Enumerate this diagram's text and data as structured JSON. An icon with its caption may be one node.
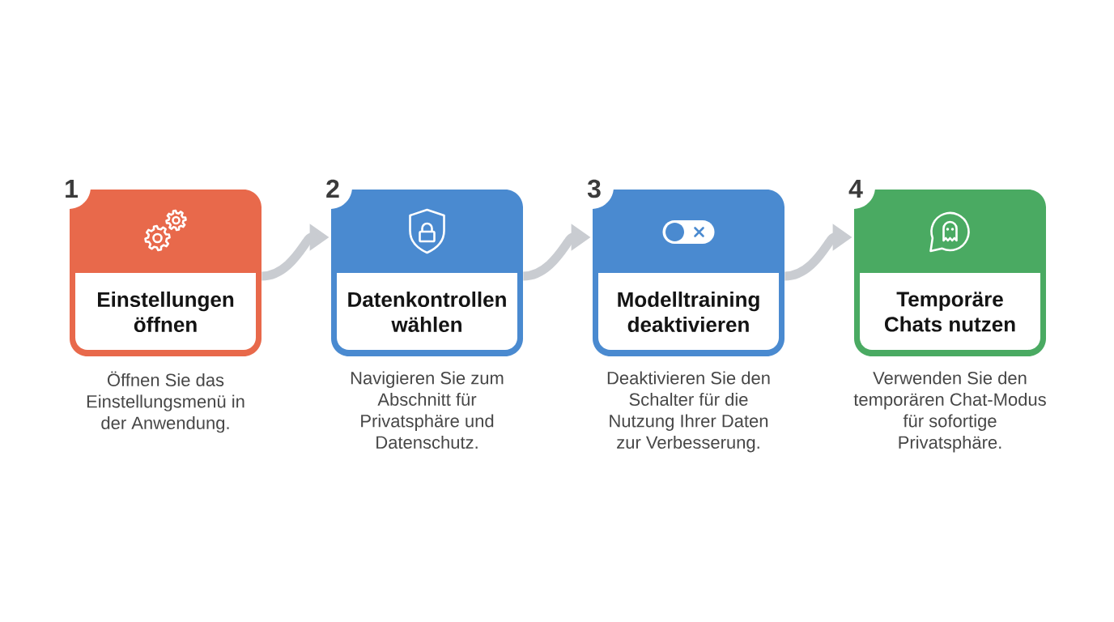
{
  "diagram": {
    "nodes": [
      {
        "text": [
          "Einstellungen öffnen"
        ],
        "beside": [
          "1",
          "Öffnen Sie das Einstellungsmenü in der Anwendung."
        ]
      },
      {
        "text": [
          "Datenkontrollen wählen"
        ],
        "beside": [
          "2",
          "Navigieren Sie zum Abschnitt für Privatsphäre und Datenschutz."
        ]
      },
      {
        "text": [
          "Modelltraining deaktivieren"
        ],
        "beside": [
          "3",
          "Deaktivieren Sie den Schalter für die Nutzung Ihrer Daten zur Verbesserung."
        ]
      },
      {
        "text": [
          "Temporäre Chats nutzen"
        ],
        "beside": [
          "4",
          "Verwenden Sie den temporären Chat-Modus für sofortige Privatsphäre."
        ]
      }
    ],
    "edges": [
      {
        "from": 0,
        "to": 1,
        "arrow": "to"
      },
      {
        "from": 1,
        "to": 2,
        "arrow": "to"
      },
      {
        "from": 2,
        "to": 3,
        "arrow": "to"
      }
    ]
  }
}
